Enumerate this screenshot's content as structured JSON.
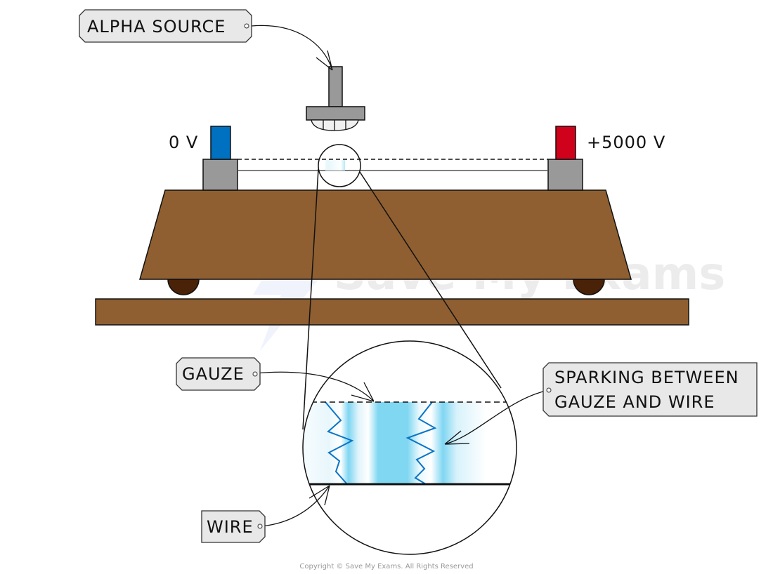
{
  "labels": {
    "alpha_source": "ALPHA SOURCE",
    "zero_volt": "0 V",
    "high_volt": "+5000 V",
    "gauze": "GAUZE",
    "sparking_line1": "SPARKING BETWEEN",
    "sparking_line2": "GAUZE AND WIRE",
    "wire": "WIRE"
  },
  "watermark": "Save My Exams",
  "copyright": "Copyright © Save My Exams. All Rights Reserved",
  "colors": {
    "wood": "#8f5f31",
    "wheel": "#4a2208",
    "terminal_negative": "#0070c0",
    "terminal_positive": "#d0021b",
    "metal": "#999999",
    "spark": "#0a74c7",
    "glow": "#7fd6f2"
  }
}
